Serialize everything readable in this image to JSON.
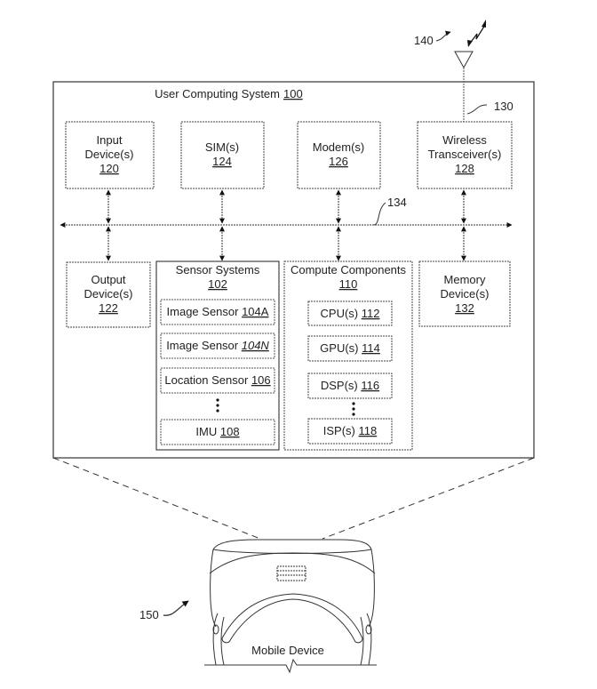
{
  "system": {
    "title": "User Computing System",
    "ref": "100"
  },
  "top_blocks": [
    {
      "lines": [
        "Input",
        "Device(s)"
      ],
      "ref": "120"
    },
    {
      "lines": [
        "SIM(s)"
      ],
      "ref": "124"
    },
    {
      "lines": [
        "Modem(s)"
      ],
      "ref": "126"
    },
    {
      "lines": [
        "Wireless",
        "Transceiver(s)"
      ],
      "ref": "128"
    }
  ],
  "bottom_blocks": {
    "output": {
      "lines": [
        "Output",
        "Device(s)"
      ],
      "ref": "122"
    },
    "memory": {
      "lines": [
        "Memory",
        "Device(s)"
      ],
      "ref": "132"
    }
  },
  "sensor_systems": {
    "title": "Sensor Systems",
    "ref": "102",
    "items": [
      {
        "label": "Image Sensor ",
        "ref": "104A"
      },
      {
        "label": "Image Sensor ",
        "ref": "104N"
      },
      {
        "label": "Location Sensor ",
        "ref": "106"
      },
      {
        "label": "IMU ",
        "ref": "108"
      }
    ]
  },
  "compute_components": {
    "title": "Compute Components",
    "ref": "110",
    "items": [
      {
        "label": "CPU(s) ",
        "ref": "112"
      },
      {
        "label": "GPU(s) ",
        "ref": "114"
      },
      {
        "label": "DSP(s) ",
        "ref": "116"
      },
      {
        "label": "ISP(s) ",
        "ref": "118"
      }
    ]
  },
  "callouts": {
    "bus": "134",
    "antenna_line": "130",
    "signal": "140",
    "device": "150"
  },
  "device_label": "Mobile Device"
}
